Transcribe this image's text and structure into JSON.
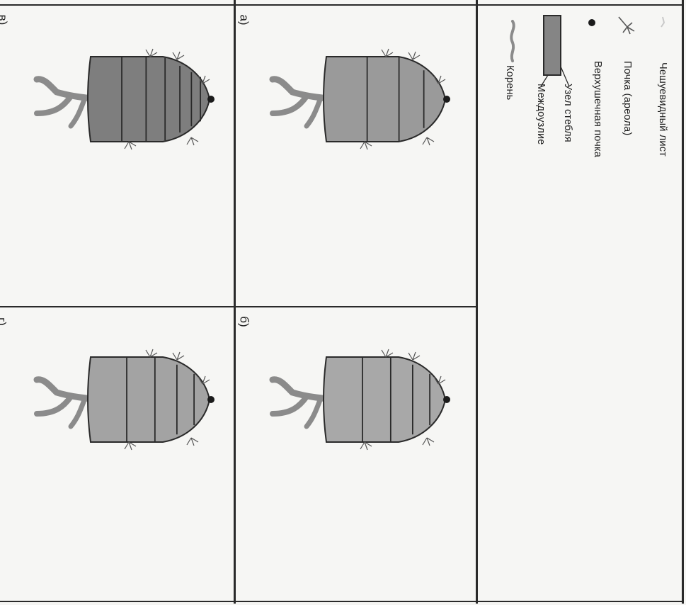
{
  "legend": {
    "items": [
      {
        "icon": "scale-leaf-icon",
        "label": "Чешуевидный лист"
      },
      {
        "icon": "bud-areola-icon",
        "label": "Почка (ареола)"
      },
      {
        "icon": "apical-bud-icon",
        "label": "Верхушечная почка"
      },
      {
        "icon": "stem-node-icon",
        "label": "Узел стебля"
      },
      {
        "icon": "internode-icon",
        "label": "Междоузлие"
      },
      {
        "icon": "root-icon",
        "label": "Корень"
      }
    ]
  },
  "panels": [
    {
      "label": "а)",
      "internodes": 4,
      "shade": "#9a9a9a"
    },
    {
      "label": "б)",
      "internodes": 5,
      "shade": "#a8a8a8"
    },
    {
      "label": "в)",
      "internodes": 7,
      "shade": "#7e7e7e"
    },
    {
      "label": "г)",
      "internodes": 5,
      "shade": "#a3a3a3"
    }
  ],
  "colors": {
    "line": "#2a2a2a",
    "bud": "#1b1b1b",
    "root": "#8b8b8b"
  }
}
